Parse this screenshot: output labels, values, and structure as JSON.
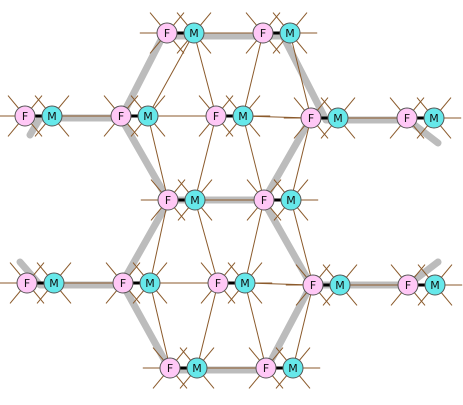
{
  "labels": {
    "female": "F",
    "male": "M"
  },
  "colors": {
    "female_fill": "#ffc8f6",
    "male_fill": "#66e8ea",
    "node_stroke": "#555555",
    "bond": "#000000",
    "edge": "#8b5a2b",
    "highlight": "#bcbcbc"
  },
  "couples": [
    {
      "id": "r0a"
    },
    {
      "id": "r0b"
    },
    {
      "id": "r1a"
    },
    {
      "id": "r1b"
    },
    {
      "id": "r1c"
    },
    {
      "id": "r1d"
    },
    {
      "id": "r1e"
    },
    {
      "id": "r2a"
    },
    {
      "id": "r2b"
    },
    {
      "id": "r3a"
    },
    {
      "id": "r3b"
    },
    {
      "id": "r3c"
    },
    {
      "id": "r3d"
    },
    {
      "id": "r3e"
    },
    {
      "id": "r4a"
    },
    {
      "id": "r4b"
    }
  ]
}
